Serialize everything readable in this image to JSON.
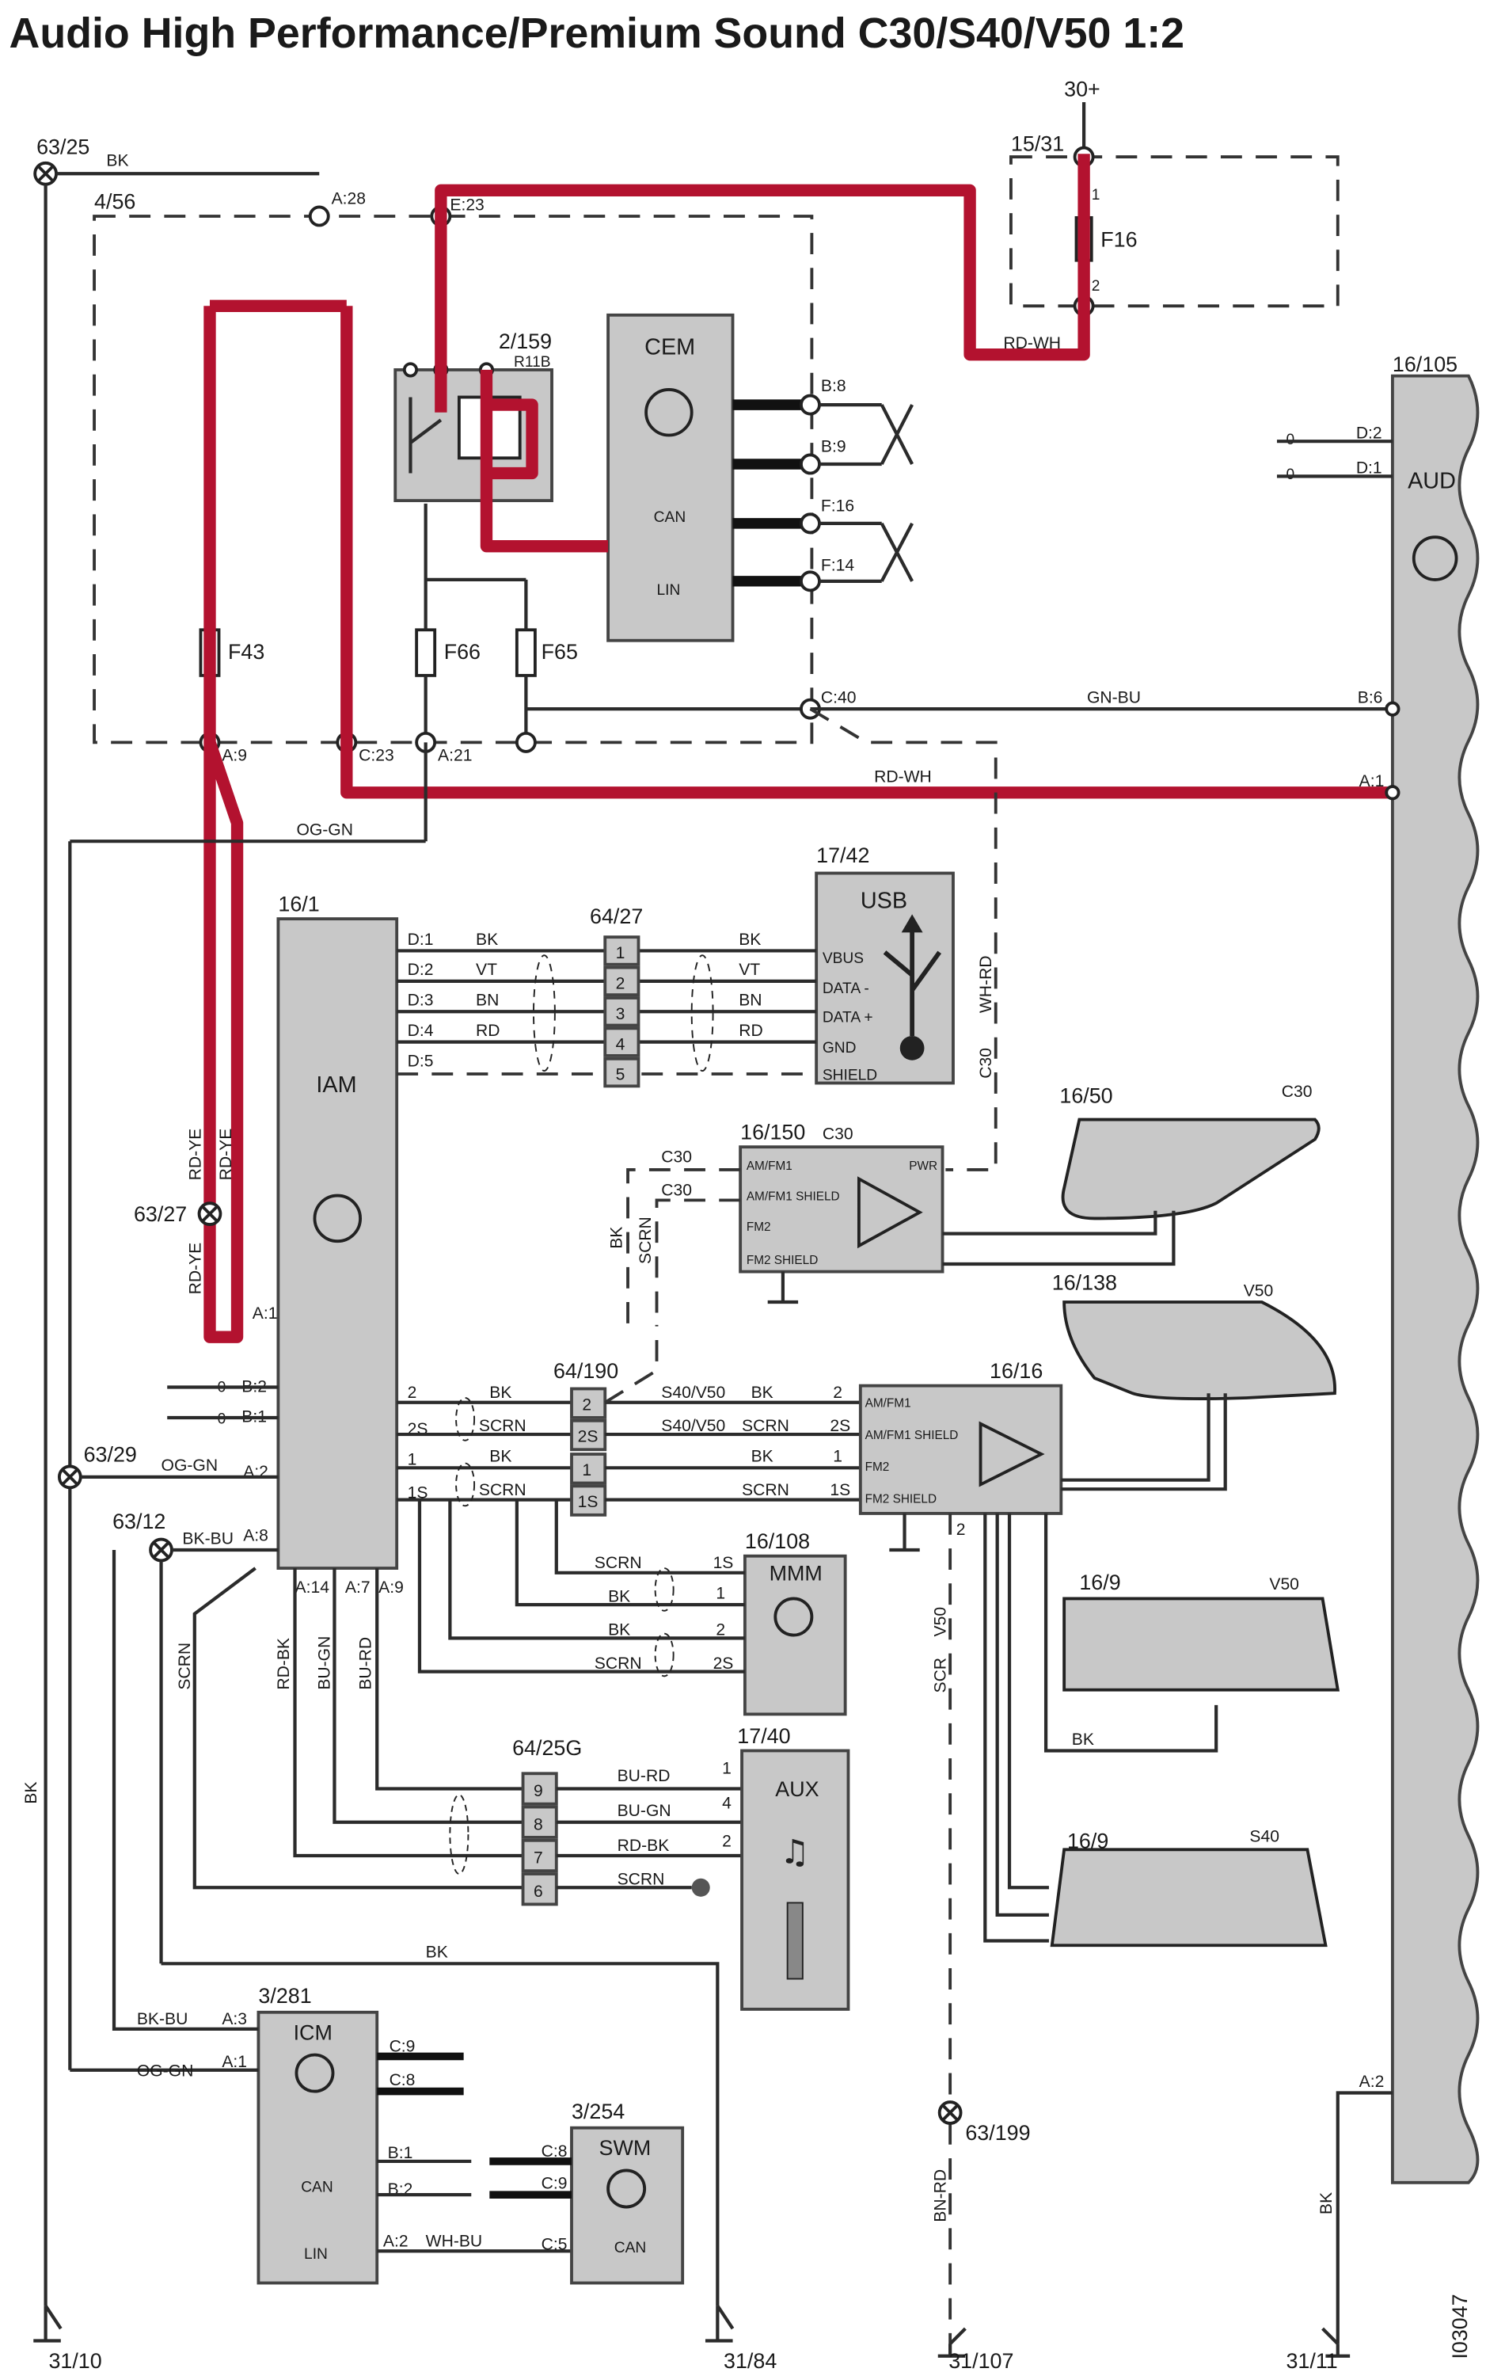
{
  "title": "Audio High Performance/Premium Sound C30/S40/V50 1:2",
  "refs": {
    "r30p": "30+",
    "r1531": "15/31",
    "r6325": "63/25",
    "r456": "4/56",
    "r2159": "2/159",
    "r11b": "R11B",
    "r16105": "16/105",
    "r1742": "17/42",
    "r161": "16/1",
    "r6427": "64/27",
    "r1650": "16/50",
    "r16150": "16/150",
    "r16138": "16/138",
    "r6327": "63/27",
    "r64190": "64/190",
    "r1616": "16/16",
    "r6329": "63/29",
    "r6312": "63/12",
    "r16108": "16/108",
    "r169a": "16/9",
    "r169b": "16/9",
    "r6425g": "64/25G",
    "r1740": "17/40",
    "r3281": "3/281",
    "r3254": "3/254",
    "r63199": "63/199",
    "g3110": "31/10",
    "g3184": "31/84",
    "g31107": "31/107",
    "g3111": "31/11",
    "code": "I03047"
  },
  "components": {
    "cem": "CEM",
    "aud": "AUD",
    "usb": "USB",
    "iam": "IAM",
    "mmm": "MMM",
    "aux": "AUX",
    "icm": "ICM",
    "swm": "SWM",
    "can": "CAN",
    "lin": "LIN",
    "f16": "F16",
    "f43": "F43",
    "f66": "F66",
    "f65": "F65"
  },
  "variants": {
    "c30": "C30",
    "v50": "V50",
    "s40": "S40",
    "s40v50": "S40/V50"
  },
  "wires": {
    "bk": "BK",
    "rdwh": "RD-WH",
    "gnbu": "GN-BU",
    "oggn": "OG-GN",
    "vt": "VT",
    "bn": "BN",
    "rd": "RD",
    "rdye": "RD-YE",
    "whrd": "WH-RD",
    "scrn": "SCRN",
    "scr": "SCR",
    "bkbu": "BK-BU",
    "rdbk": "RD-BK",
    "bugn": "BU-GN",
    "burd": "BU-RD",
    "whbu": "WH-BU",
    "bnrd": "BN-RD"
  },
  "pins": {
    "a28": "A:28",
    "e23": "E:23",
    "b8": "B:8",
    "b9": "B:9",
    "f16": "F:16",
    "f14": "F:14",
    "c40": "C:40",
    "a9": "A:9",
    "c23": "C:23",
    "a21": "A:21",
    "b6": "B:6",
    "a1": "A:1",
    "d2": "D:2",
    "d1": "D:1",
    "dd1": "D:1",
    "dd2": "D:2",
    "dd3": "D:3",
    "dd4": "D:4",
    "dd5": "D:5",
    "b2": "B:2",
    "b1": "B:1",
    "a2": "A:2",
    "a8": "A:8",
    "a14": "A:14",
    "a7": "A:7",
    "a3": "A:3",
    "c9": "C:9",
    "c8": "C:8",
    "c5": "C:5",
    "p1": "1",
    "p2": "2",
    "p3": "3",
    "p4": "4",
    "p5": "5",
    "p2s": "2S",
    "p1s": "1S",
    "p0": "0",
    "p6": "6",
    "p7": "7",
    "p8": "8",
    "p9": "9"
  },
  "usb_pins": {
    "vbus": "VBUS",
    "dminus": "DATA -",
    "dplus": "DATA +",
    "gnd": "GND",
    "shield": "SHIELD"
  },
  "amp_pins": {
    "amfm1": "AM/FM1",
    "amfm1sh": "AM/FM1 SHIELD",
    "fm2": "FM2",
    "fm2sh": "FM2 SHIELD",
    "pwr": "PWR"
  },
  "colors": {
    "power_wire": "#b3122f",
    "module_fill": "#c8c8c8",
    "wire": "#2b2b2b"
  }
}
